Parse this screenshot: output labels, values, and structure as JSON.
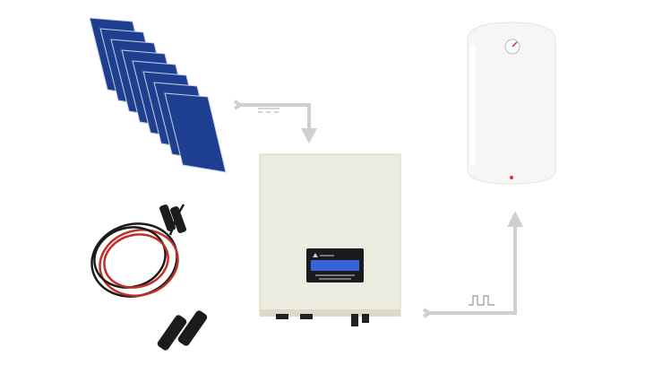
{
  "diagram": {
    "components": [
      {
        "name": "solar-panels",
        "count": 8
      },
      {
        "name": "cables-and-mc4-connectors"
      },
      {
        "name": "solar-inverter"
      },
      {
        "name": "electric-water-heater"
      }
    ],
    "flows": [
      {
        "from": "solar-panels",
        "to": "solar-inverter",
        "symbol": "dc-symbol"
      },
      {
        "from": "solar-inverter",
        "to": "electric-water-heater",
        "symbol": "square-wave-symbol"
      }
    ],
    "colors": {
      "arrow": "#cfcfcf",
      "panel": "#1e3f8f",
      "inverter": "#ecebe0",
      "display": "#3b63d8",
      "heater": "#f6f6f6",
      "cable_red": "#c0302a",
      "cable_black": "#1a1a1a"
    }
  }
}
